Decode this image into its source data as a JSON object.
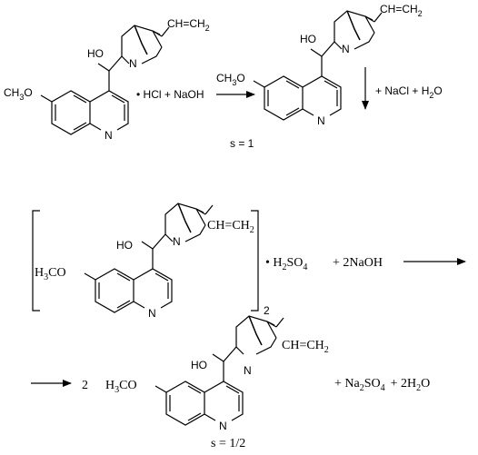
{
  "reaction1": {
    "molecule_left": {
      "vinyl": "CH=CH",
      "vinyl_sub": "2",
      "hydroxyl": "HO",
      "methoxy": "CH",
      "methoxy_sub": "3",
      "methoxy_o": "O",
      "n_quinuclidine": "N",
      "n_quinoline": "N"
    },
    "salt": "• HCl + NaOH",
    "molecule_right": {
      "vinyl": "CH=CH",
      "vinyl_sub": "2",
      "hydroxyl": "HO",
      "methoxy": "CH",
      "methoxy_sub": "3",
      "methoxy_o": "O",
      "n_quinuclidine": "N",
      "n_quinoline": "N"
    },
    "byproducts": "+ NaCl + H",
    "byproducts_sub": "2",
    "byproducts_tail": "O",
    "stoich": "s = 1"
  },
  "reaction2": {
    "molecule_bracket": {
      "vinyl": "CH=CH",
      "vinyl_sub": "2",
      "hydroxyl": "HO",
      "methoxy": "H",
      "methoxy_sub": "3",
      "methoxy_tail": "CO",
      "n_quinuclidine": "N",
      "n_quinoline": "N"
    },
    "bracket_sub": "2",
    "acid": "• H",
    "acid_sub": "2",
    "acid_tail": "SO",
    "acid_sub2": "4",
    "base": "+  2NaOH",
    "coefficient": "2",
    "molecule_product": {
      "vinyl": "CH=CH",
      "vinyl_sub": "2",
      "hydroxyl": "HO",
      "methoxy": "H",
      "methoxy_sub": "3",
      "methoxy_tail": "CO",
      "n_quinuclidine": "N",
      "n_quinoline": "N"
    },
    "byproducts": "+  Na",
    "byproducts_sub": "2",
    "byproducts_tail": "SO",
    "byproducts_sub2": "4",
    "byproducts_end": "+   2H",
    "byproducts_end_sub": "2",
    "byproducts_end_tail": "O",
    "stoich": "s = 1/2"
  }
}
